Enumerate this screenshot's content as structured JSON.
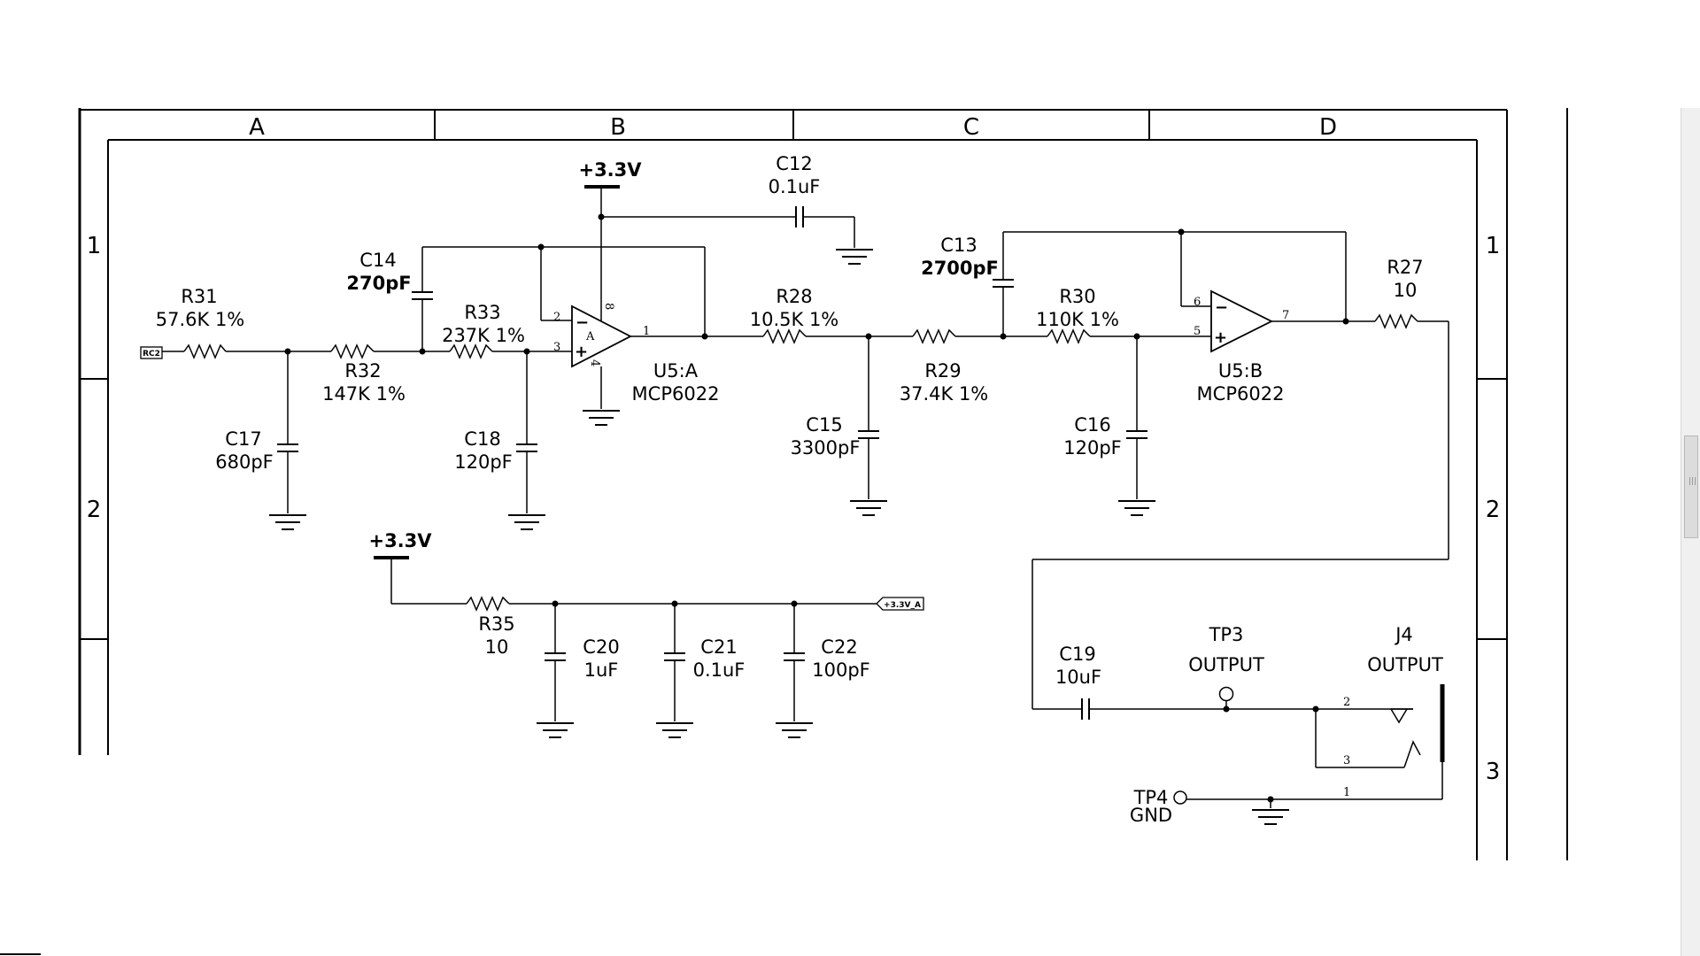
{
  "zones": {
    "columns": [
      "A",
      "B",
      "C",
      "D"
    ],
    "rows": [
      "1",
      "2",
      "3"
    ]
  },
  "supplies": {
    "vcc_1": "+3.3V",
    "vcc_2": "+3.3V"
  },
  "ports": {
    "input": "RC2",
    "output": "+3.3V_A"
  },
  "components": {
    "r31": {
      "ref": "R31",
      "value": "57.6K  1%"
    },
    "r32": {
      "ref": "R32",
      "value": "147K 1%"
    },
    "r33": {
      "ref": "R33",
      "value": "237K 1%"
    },
    "r28": {
      "ref": "R28",
      "value": "10.5K  1%"
    },
    "r29": {
      "ref": "R29",
      "value": "37.4K 1%"
    },
    "r30": {
      "ref": "R30",
      "value": "110K  1%"
    },
    "r27": {
      "ref": "R27",
      "value": "10"
    },
    "r35": {
      "ref": "R35",
      "value": "10"
    },
    "c14": {
      "ref": "C14",
      "value": "270pF"
    },
    "c17": {
      "ref": "C17",
      "value": "680pF"
    },
    "c18": {
      "ref": "C18",
      "value": "120pF"
    },
    "c12": {
      "ref": "C12",
      "value": "0.1uF"
    },
    "c13": {
      "ref": "C13",
      "value": "2700pF"
    },
    "c15": {
      "ref": "C15",
      "value": "3300pF"
    },
    "c16": {
      "ref": "C16",
      "value": "120pF"
    },
    "c19": {
      "ref": "C19",
      "value": "10uF"
    },
    "c20": {
      "ref": "C20",
      "value": "1uF"
    },
    "c21": {
      "ref": "C21",
      "value": "0.1uF"
    },
    "c22": {
      "ref": "C22",
      "value": "100pF"
    },
    "u5a": {
      "ref": "U5:A",
      "part": "MCP6022",
      "unit": "A"
    },
    "u5b": {
      "ref": "U5:B",
      "part": "MCP6022"
    },
    "tp3": {
      "ref": "TP3",
      "label": "OUTPUT"
    },
    "tp4": {
      "ref": "TP4",
      "label": "GND"
    },
    "j4": {
      "ref": "J4",
      "label": "OUTPUT"
    }
  },
  "pins": {
    "u5a_inv": "2",
    "u5a_noninv": "3",
    "u5a_out": "1",
    "u5a_vcc": "8",
    "u5a_gnd": "4",
    "u5b_inv": "6",
    "u5b_noninv": "5",
    "u5b_out": "7",
    "j4_tip": "2",
    "j4_switch": "3",
    "j4_sleeve": "1"
  },
  "symbols": {
    "minus": "−",
    "plus": "+"
  }
}
